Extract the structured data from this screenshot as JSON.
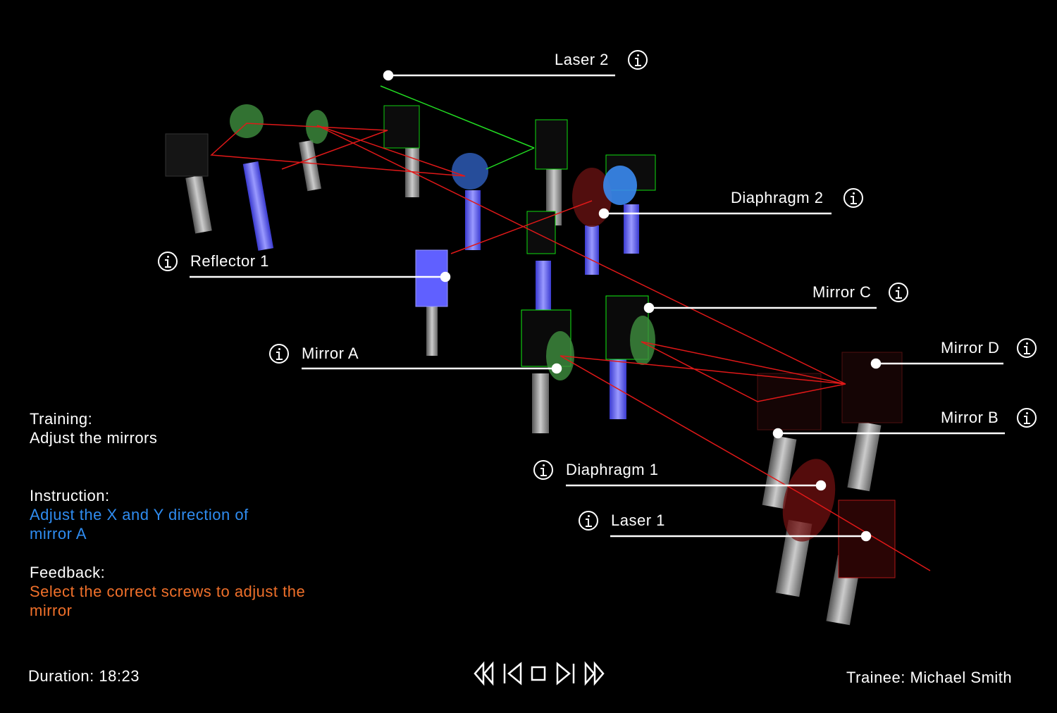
{
  "labels": {
    "laser2": "Laser 2",
    "diaphragm2": "Diaphragm 2",
    "reflector1": "Reflector 1",
    "mirror_c": "Mirror C",
    "mirror_a": "Mirror A",
    "mirror_d": "Mirror D",
    "mirror_b": "Mirror B",
    "diaphragm1": "Diaphragm 1",
    "laser1": "Laser 1"
  },
  "panel": {
    "training_heading": "Training:",
    "training_value": "Adjust the mirrors",
    "instruction_heading": "Instruction:",
    "instruction_value": "Adjust the X and Y direction of mirror A",
    "feedback_heading": "Feedback:",
    "feedback_value": "Select the correct screws to adjust the mirror"
  },
  "footer": {
    "duration": "Duration: 18:23",
    "trainee": "Trainee: Michael Smith"
  },
  "playback_controls": [
    "rewind-icon",
    "skip-back-icon",
    "stop-icon",
    "skip-forward-icon",
    "fast-forward-icon"
  ],
  "colors": {
    "instruction": "#2f8cf0",
    "feedback": "#f0702a",
    "laser_beam": "#e01818",
    "laser2_beam": "#22dd22"
  }
}
